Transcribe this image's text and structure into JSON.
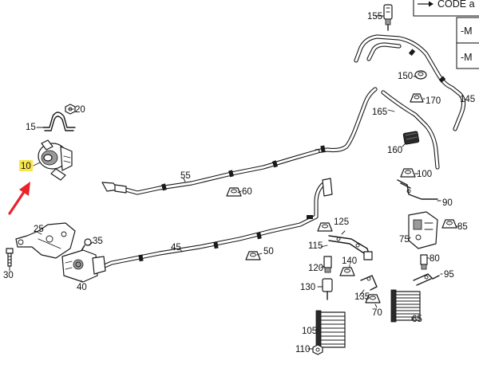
{
  "code_table": {
    "header": "CODE a",
    "row1": "-M",
    "row2": "-M"
  },
  "callouts": {
    "p10": "10",
    "p15": "15",
    "p20": "20",
    "p25": "25",
    "p30": "30",
    "p35": "35",
    "p40": "40",
    "p45": "45",
    "p50": "50",
    "p55": "55",
    "p60": "60",
    "p65": "65",
    "p70": "70",
    "p75": "75",
    "p80": "80",
    "p85": "85",
    "p90": "90",
    "p95": "95",
    "p100": "100",
    "p105": "105",
    "p110": "110",
    "p115": "115",
    "p120": "120",
    "p125": "125",
    "p130": "130",
    "p135": "135",
    "p140": "140",
    "p145": "145",
    "p150": "150",
    "p155": "155",
    "p160": "160",
    "p165": "165",
    "p170": "170"
  },
  "highlight": {
    "part": "10",
    "color": "#f7e54a",
    "arrow_color": "#e8232a"
  },
  "icons": {
    "arrow": "red-arrow-icon",
    "table_arrow": "right-arrow-icon"
  }
}
